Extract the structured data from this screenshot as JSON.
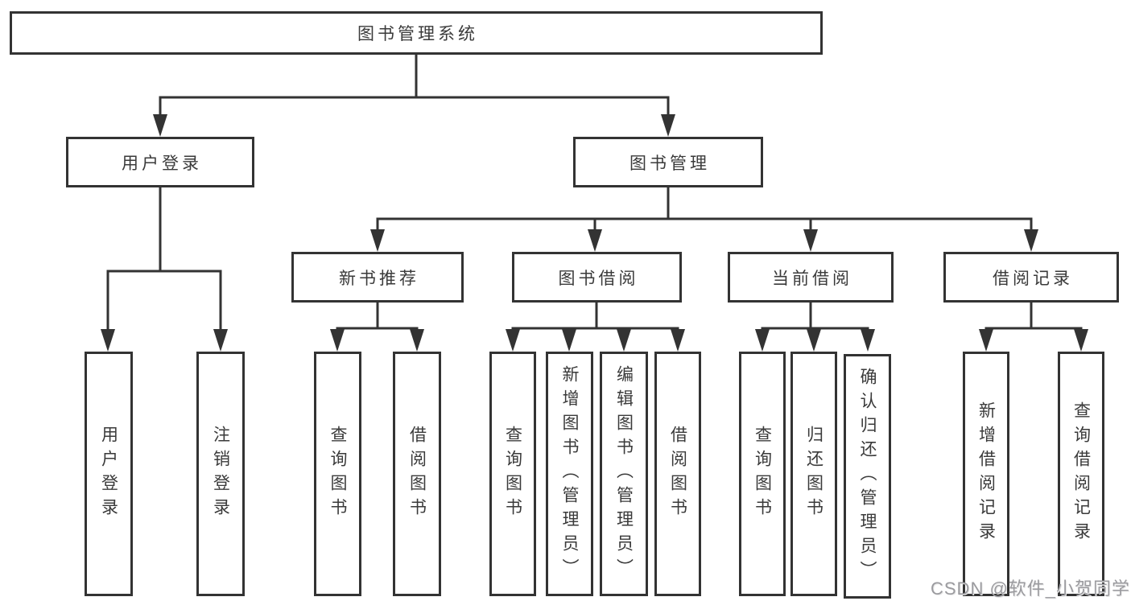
{
  "colors": {
    "background": "#ffffff",
    "line": "#333333",
    "box_border": "#333333",
    "text": "#3a3a3a",
    "watermark": "#9b9b9f"
  },
  "watermark": "CSDN @软件_小贺同学",
  "tree": {
    "root": {
      "label": "图书管理系统",
      "children": [
        {
          "label": "用户登录",
          "children": [
            {
              "label": "用户登录"
            },
            {
              "label": "注销登录"
            }
          ]
        },
        {
          "label": "图书管理",
          "children": [
            {
              "label": "新书推荐",
              "children": [
                {
                  "label": "查询图书"
                },
                {
                  "label": "借阅图书"
                }
              ]
            },
            {
              "label": "图书借阅",
              "children": [
                {
                  "label": "查询图书"
                },
                {
                  "label": "新增图书（管理员）"
                },
                {
                  "label": "编辑图书（管理员）"
                },
                {
                  "label": "借阅图书"
                }
              ]
            },
            {
              "label": "当前借阅",
              "children": [
                {
                  "label": "查询图书"
                },
                {
                  "label": "归还图书"
                },
                {
                  "label": "确认归还（管理员）"
                }
              ]
            },
            {
              "label": "借阅记录",
              "children": [
                {
                  "label": "新增借阅记录"
                },
                {
                  "label": "查询借阅记录"
                }
              ]
            }
          ]
        }
      ]
    }
  }
}
